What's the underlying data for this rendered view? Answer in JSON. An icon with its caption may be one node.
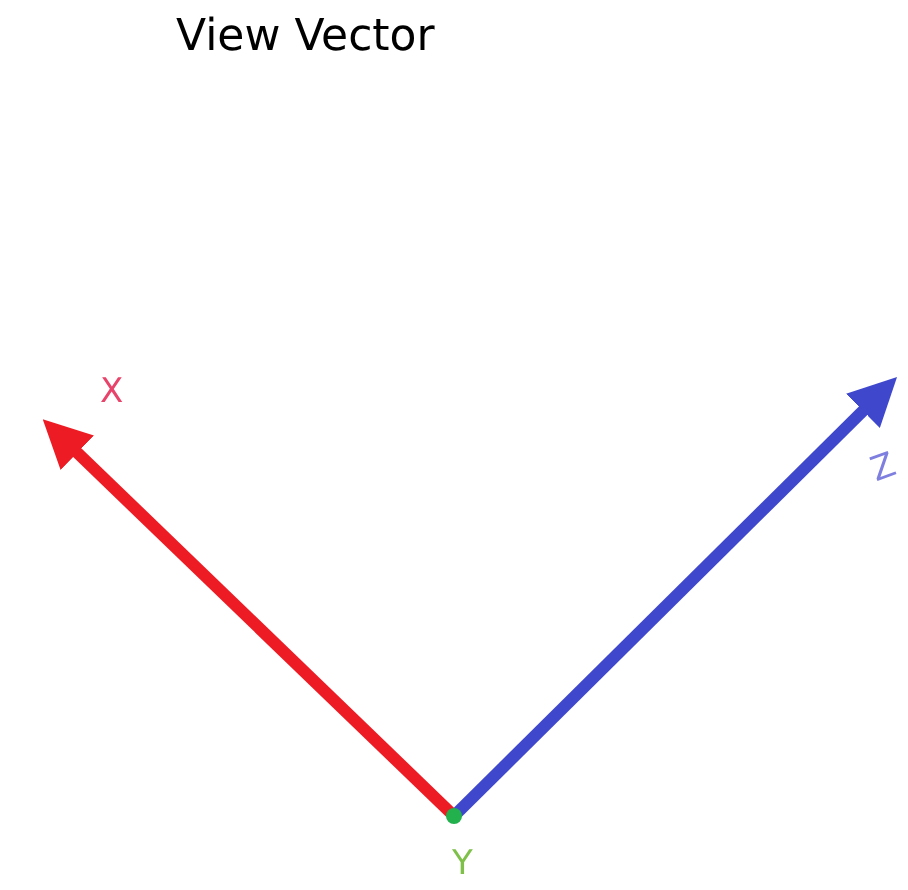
{
  "diagram": {
    "title": "View Vector",
    "labels": [
      "X",
      "Z",
      "Y"
    ]
  }
}
